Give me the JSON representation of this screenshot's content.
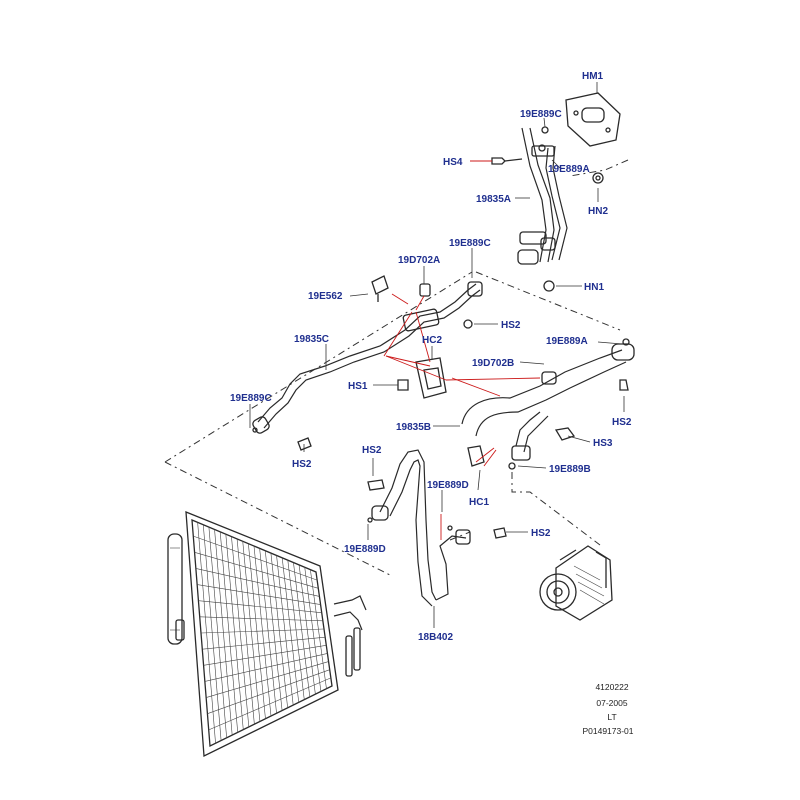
{
  "labels": {
    "hm1": "HM1",
    "e889c_top": "19E889C",
    "hs4": "HS4",
    "e889a_top": "19E889A",
    "hn2": "HN2",
    "p19835a": "19835A",
    "hn1": "HN1",
    "e889c_mid": "19E889C",
    "d702a": "19D702A",
    "e562": "19E562",
    "hs2_mid": "HS2",
    "p19835c": "19835C",
    "hc2": "HC2",
    "e889a_right": "19E889A",
    "d702b": "19D702B",
    "hs1": "HS1",
    "e889c_left": "19E889C",
    "hs2_right": "HS2",
    "p19835b": "19835B",
    "hs3": "HS3",
    "hs2_left": "HS2",
    "hs2_center": "HS2",
    "e889b": "19E889B",
    "e889d_center": "19E889D",
    "hc1": "HC1",
    "hs2_lower": "HS2",
    "e889d_left": "19E889D",
    "b402": "18B402"
  },
  "info": {
    "code": "4120222",
    "date": "07-2005",
    "market": "LT",
    "illustration_id": "P0149173-01"
  },
  "colors": {
    "label": "#1f2f8f",
    "callout_red": "#cc1a1a",
    "linework": "#2a2a2a"
  }
}
